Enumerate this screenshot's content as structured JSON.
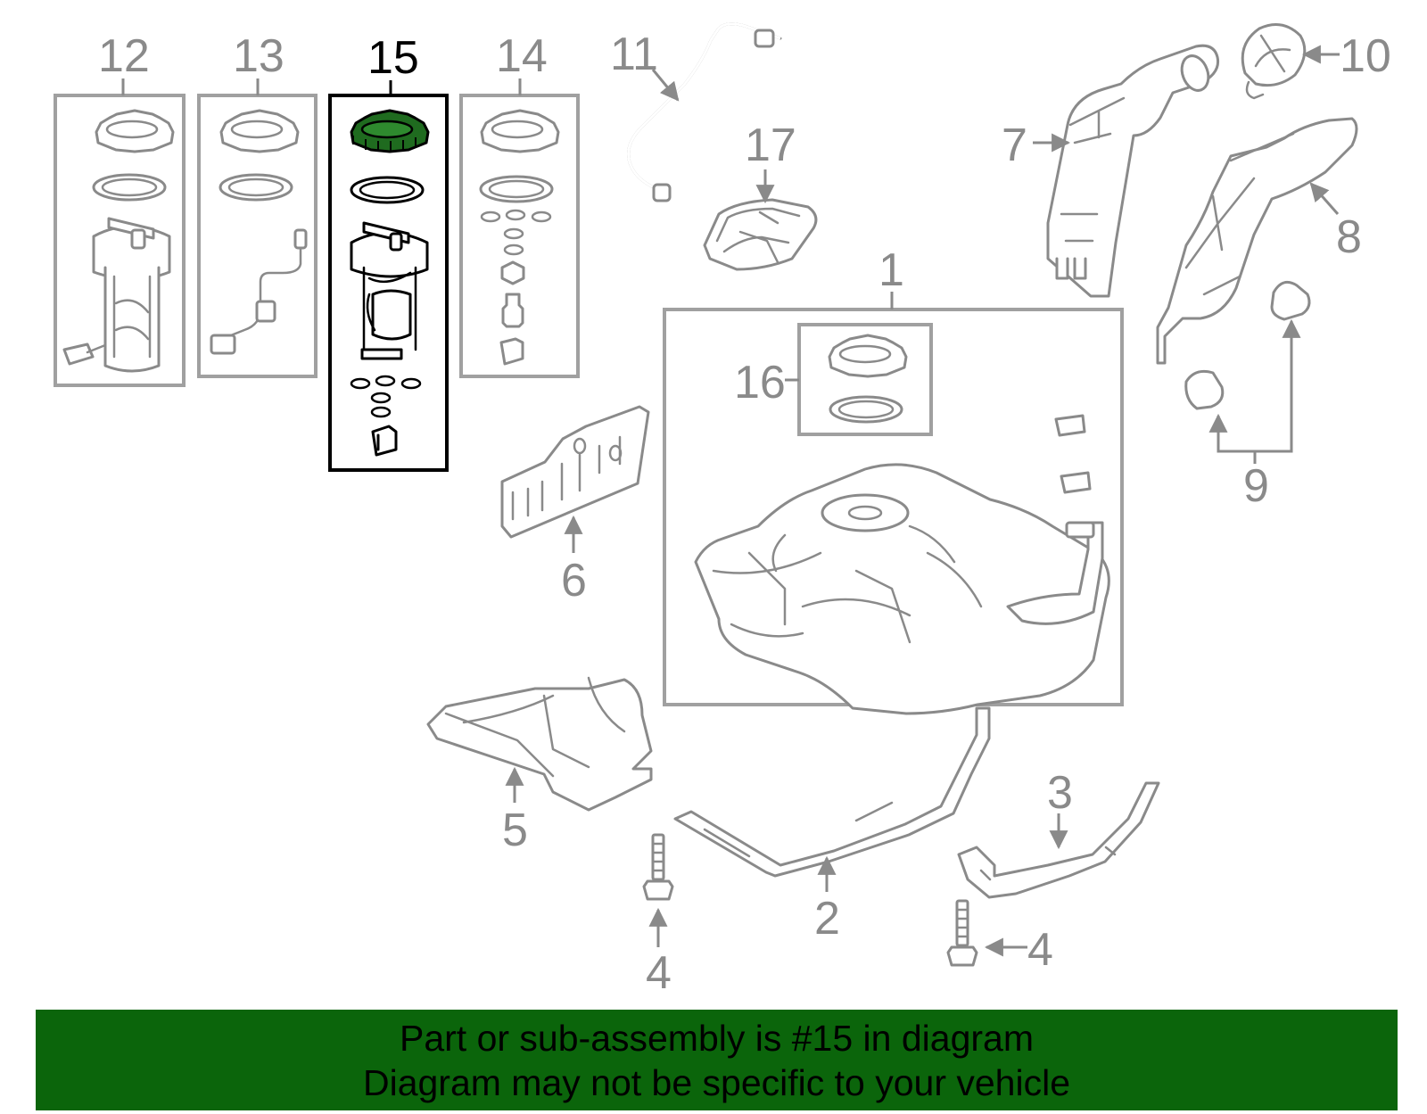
{
  "callouts": {
    "n1": "1",
    "n2": "2",
    "n3": "3",
    "n4a": "4",
    "n4b": "4",
    "n5": "5",
    "n6": "6",
    "n7": "7",
    "n8": "8",
    "n9": "9",
    "n10": "10",
    "n11": "11",
    "n12": "12",
    "n13": "13",
    "n14": "14",
    "n15": "15",
    "n16": "16",
    "n17": "17"
  },
  "highlight": {
    "part_number": "15",
    "ring_color": "#1f6b1f",
    "banner_color": "#0b650b"
  },
  "banner": {
    "line1": "Part or sub-assembly is #15 in diagram",
    "line2": "Diagram may not be specific to your vehicle"
  }
}
